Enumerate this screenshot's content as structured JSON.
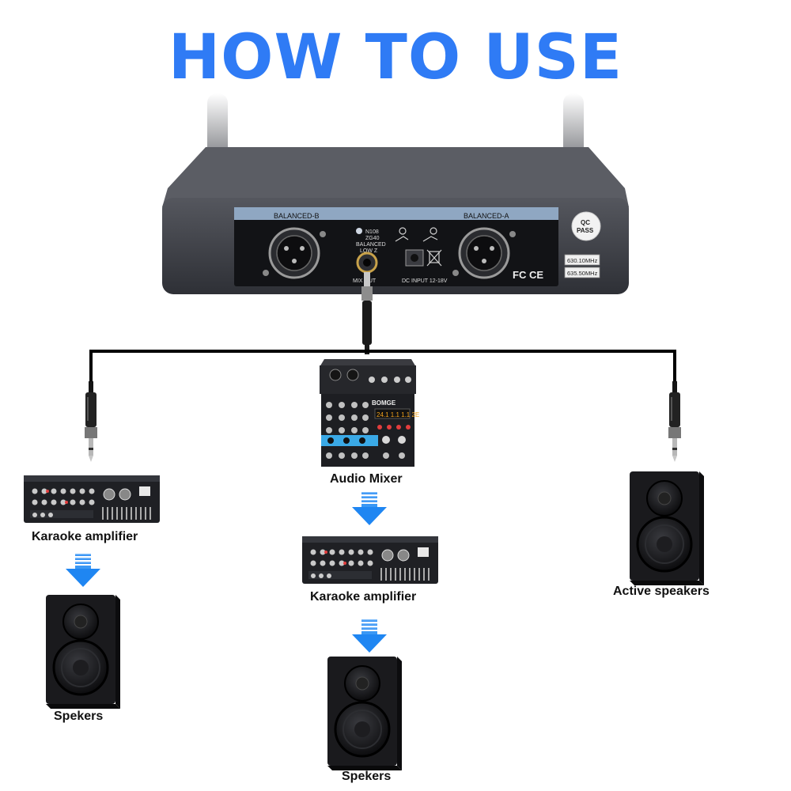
{
  "title": "HOW TO USE",
  "receiver": {
    "label_left": "BALANCED-B",
    "label_right": "BALANCED-A",
    "model_line1": "N108",
    "model_line2": "ZG40",
    "model_line3": "BALANCED",
    "model_line4": "LOW Z",
    "mix_out": "MIX OUT",
    "dc_input": "DC INPUT 12-18V",
    "freq_a": "630.10MHz",
    "freq_b": "635.50MHz",
    "qc_line1": "QC",
    "qc_line2": "PASS",
    "cert": "FC CE"
  },
  "mixer": {
    "brand": "BOMGE",
    "display": "24.1 1.1 1.1 2E"
  },
  "captions": {
    "left_device": "Karaoke amplifier",
    "left_output": "Spekers",
    "center_device": "Audio Mixer",
    "center_amp": "Karaoke amplifier",
    "center_output": "Spekers",
    "right_device": "Active speakers"
  },
  "colors": {
    "title": "#2f7bf5",
    "arrow": "#1f86f2",
    "device": "#1d1e22"
  },
  "icons": [
    "jack-plug-icon",
    "down-arrow-icon",
    "speaker-icon",
    "amplifier-icon",
    "mixer-icon",
    "receiver-icon"
  ]
}
